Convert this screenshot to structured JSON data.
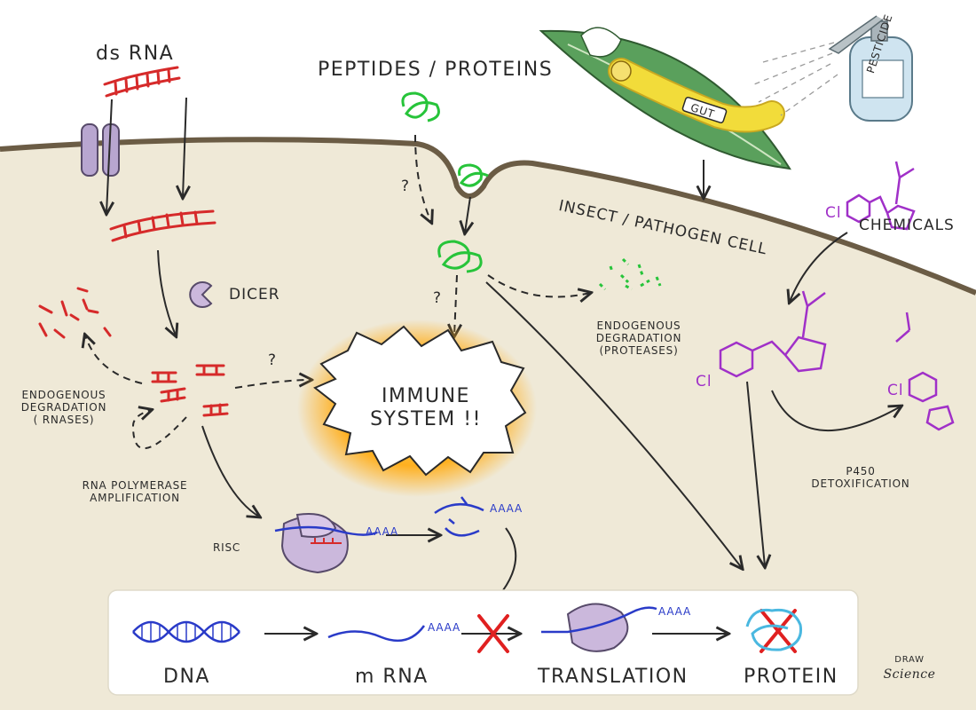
{
  "labels": {
    "dsrna": "ds RNA",
    "peptides": "PEPTIDES / PROTEINS",
    "pesticide": "PESTICIDE",
    "gut": "GUT",
    "cell": "INSECT / PATHOGEN CELL",
    "chemicals": "CHEMICALS",
    "dicer": "DICER",
    "q1": "?",
    "q2": "?",
    "q3": "?",
    "endo_rnases": "ENDOGENOUS\nDEGRADATION\n( RNASES)",
    "endo_proteases": "ENDOGENOUS\nDEGRADATION\n(PROTEASES)",
    "immune": "IMMUNE\nSYSTEM !!",
    "rnapol": "RNA POLYMERASE\nAMPLIFICATION",
    "risc": "RISC",
    "aaaa1": "AAAA",
    "aaaa2": "AAAA",
    "aaaa3": "AAAA",
    "aaaa4": "AAAA",
    "p450": "P450\nDETOXIFICATION",
    "cl1": "Cl",
    "cl2": "Cl",
    "cl3": "Cl",
    "dna": "DNA",
    "mrna": "m RNA",
    "translation": "TRANSLATION",
    "protein": "PROTEIN",
    "logo_top": "DRAW",
    "logo_bottom": "Science"
  },
  "colors": {
    "cytoplasm": "#efe9d7",
    "membrane": "#6b5c45",
    "dsrna": "#d62a2a",
    "peptide": "#27c43a",
    "chemical": "#a030c8",
    "mrna": "#2a3bc8",
    "protein": "#4ab8e0",
    "ribosome": "#cbb8dc",
    "leaf": "#5aa05c",
    "caterpillar": "#f2dc3a"
  },
  "icons": [
    "membrane-channel-icon",
    "dicer-icon",
    "ribosome-icon",
    "risc-icon",
    "red-x-icon",
    "spray-bottle-icon",
    "leaf-icon",
    "caterpillar-icon",
    "dna-helix-icon",
    "draw-science-logo"
  ]
}
